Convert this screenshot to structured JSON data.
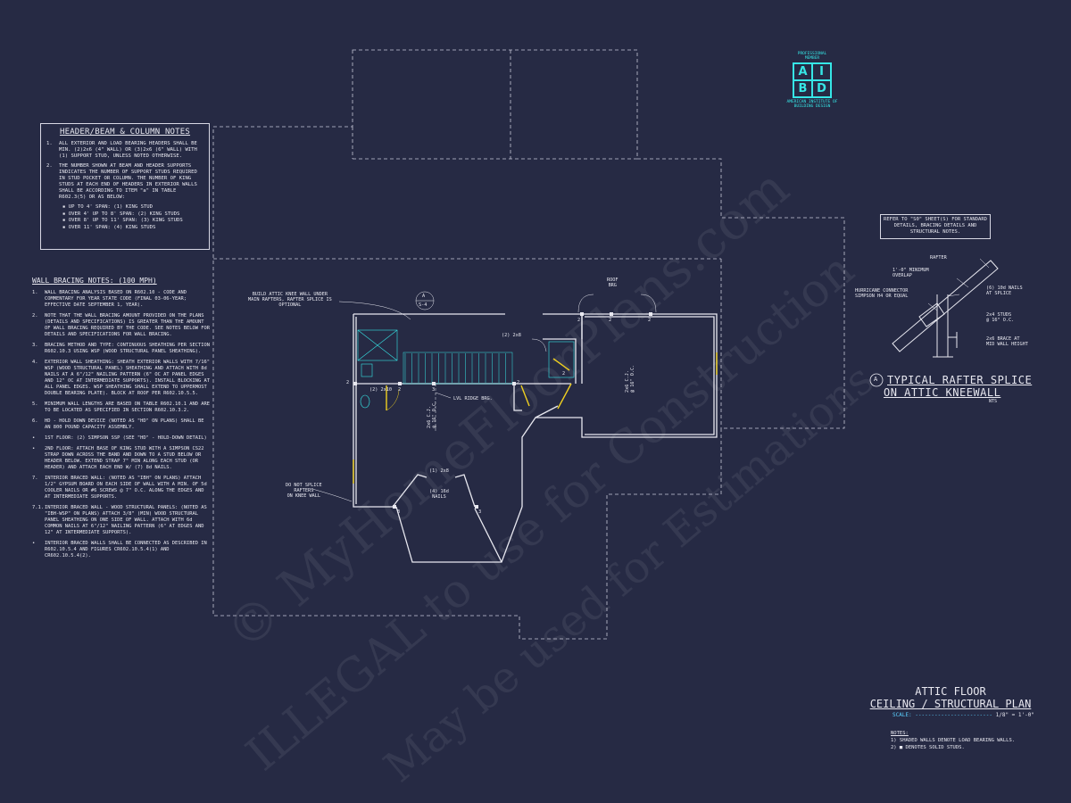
{
  "header_notes": {
    "title": "HEADER/BEAM & COLUMN NOTES",
    "items": [
      {
        "num": "1.",
        "text": "ALL EXTERIOR AND LOAD BEARING HEADERS SHALL BE MIN. (2)2x6 (4\" WALL) OR (3)2x6 (6\" WALL) WITH (1) SUPPORT STUD, UNLESS NOTED OTHERWISE."
      },
      {
        "num": "2.",
        "text": "THE NUMBER SHOWN AT BEAM AND HEADER SUPPORTS INDICATES THE NUMBER OF SUPPORT STUDS REQUIRED IN STUD POCKET OR COLUMN. THE NUMBER OF KING STUDS AT EACH END OF HEADERS IN EXTERIOR WALLS SHALL BE ACCORDING TO ITEM \"a\" IN TABLE R602.3(5) OR AS BELOW:"
      }
    ],
    "bullets": [
      "UP TO 4' SPAN: (1) KING STUD",
      "OVER 4' UP TO 8' SPAN: (2) KING STUDS",
      "OVER 8' UP TO 11' SPAN: (3) KING STUDS",
      "OVER 11' SPAN: (4) KING STUDS"
    ]
  },
  "bracing_notes": {
    "title": "WALL BRACING NOTES: (100 MPH)",
    "items": [
      {
        "num": "1.",
        "text": "WALL BRACING ANALYSIS BASED ON R602.10 - CODE AND COMMENTARY FOR YEAR STATE CODE (FINAL 03-06-YEAR; EFFECTIVE DATE SEPTEMBER 1, YEAR)."
      },
      {
        "num": "2.",
        "text": "NOTE THAT THE WALL BRACING AMOUNT PROVIDED ON THE PLANS (DETAILS AND SPECIFICATIONS) IS GREATER THAN THE AMOUNT OF WALL BRACING REQUIRED BY THE CODE. SEE NOTES BELOW FOR DETAILS AND SPECIFICATIONS FOR WALL BRACING."
      },
      {
        "num": "3.",
        "text": "BRACING METHOD AND TYPE: CONTINUOUS SHEATHING PER SECTION R602.10.3 USING WSP (WOOD STRUCTURAL PANEL SHEATHING)."
      },
      {
        "num": "4.",
        "text": "EXTERIOR WALL SHEATHING: SHEATH EXTERIOR WALLS WITH 7/16\" WSP (WOOD STRUCTURAL PANEL) SHEATHING AND ATTACH WITH 8d NAILS AT A 6\"/12\" NAILING PATTERN (6\" OC AT PANEL EDGES AND 12\" OC AT INTERMEDIATE SUPPORTS). INSTALL BLOCKING AT ALL PANEL EDGES. WSP SHEATHING SHALL EXTEND TO UPPERMOST DOUBLE BEARING PLATE). BLOCK AT ROOF PER R602.10.5.5."
      },
      {
        "num": "5.",
        "text": "MINIMUM WALL LENGTHS ARE BASED ON TABLE R602.10.1 AND ARE TO BE LOCATED AS SPECIFIED IN SECTION R602.10.3.2."
      },
      {
        "num": "6.",
        "text": "HD - HOLD DOWN DEVICE (NOTED AS \"HD\" ON PLANS) SHALL BE AN 800 POUND CAPACITY ASSEMBLY."
      },
      {
        "num": "•",
        "text": "1ST FLOOR: (2) SIMPSON SSP (SEE \"HD\" - HOLD-DOWN DETAIL)"
      },
      {
        "num": "•",
        "text": "2ND FLOOR: ATTACH BASE OF KING STUD WITH A SIMPSON CS22 STRAP DOWN ACROSS THE BAND AND DOWN TO A STUD BELOW OR HEADER BELOW. EXTEND STRAP 7\" MIN ALONG EACH STUD (OR HEADER) AND ATTACH EACH END W/ (7) 8d NAILS."
      },
      {
        "num": "7.",
        "text": "INTERIOR BRACED WALL: (NOTED AS \"IBH\" ON PLANS) ATTACH 1/2\" GYPSUM BOARD ON EACH SIDE OF WALL WITH A MIN. OF 5d COOLER NAILS OR #6 SCREWS @ 7\" O.C. ALONG THE EDGES AND AT INTERMEDIATE SUPPORTS."
      },
      {
        "num": "7.1.",
        "text": "INTERIOR BRACED WALL - WOOD STRUCTURAL PANELS: (NOTED AS \"IBH-WSP\" ON PLANS) ATTACH 3/8\" (MIN) WOOD STRUCTURAL PANEL SHEATHING ON ONE SIDE OF WALL. ATTACH WITH 6d COMMON NAILS AT 6\"/12\" NAILING PATTERN (6\" AT EDGES AND 12\" AT INTERMEDIATE SUPPORTS)."
      },
      {
        "num": "•",
        "text": "INTERIOR BRACED WALLS SHALL BE CONNECTED AS DESCRIBED IN R602.10.5.4 AND FIGURES CR602.10.5.4(1) AND CR602.10.5.4(2)."
      }
    ]
  },
  "aibd": {
    "top": "PROFESSIONAL MEMBER",
    "letters": [
      "A",
      "I",
      "B",
      "D"
    ],
    "bottom": "AMERICAN INSTITUTE OF BUILDING DESIGN"
  },
  "reference_note": "REFER TO \"S0\" SHEET(S) FOR STANDARD DETAILS, BRACING DETAILS AND STRUCTURAL NOTES.",
  "splice_detail": {
    "labels": {
      "rafter": "RAFTER",
      "overlap": "1'-0\" MINIMUM\nOVERLAP",
      "connector": "HURRICANE CONNECTOR\nSIMPSON H4 OR EQUAL",
      "nails": "(6) 10d NAILS\nAT SPLICE",
      "studs": "2x4 STUDS\n@ 16\" O.C.",
      "brace": "2x6 BRACE AT\nMID WALL HEIGHT"
    },
    "title_line1": "TYPICAL RAFTER SPLICE",
    "title_line2": "ON ATTIC KNEEWALL",
    "marker": "A",
    "nts": "NTS"
  },
  "plan_labels": {
    "knee_wall": "BUILD ATTIC KNEE WALL UNDER\nMAIN RAFTERS, RAFTER SPLICE IS\nOPTIONAL",
    "section_marker_top": "A",
    "section_marker_bottom": "S-4",
    "roof_brg": "ROOF\nBRG",
    "header_2x8": "(2) 2x8",
    "header_2x10": "(2) 2x10",
    "lvl": "LVL RIDGE BRG.",
    "rafter_2x6_a": "2x6 C.J.\n@ 16\" O.C.",
    "rafter_2x6_b": "2x6 C.J.\n@ 16\" O.C.",
    "header_2x8_b": "(1) 2x8",
    "nails_16d": "(4) 16d\nNAILS",
    "no_splice": "DO NOT SPLICE\nRAFTERS\nON KNEE WALL",
    "stud_counts": [
      "2",
      "2",
      "2",
      "2",
      "2",
      "3",
      "2",
      "3",
      "3",
      "2"
    ]
  },
  "plan_title": {
    "line1": "ATTIC FLOOR",
    "line2": "CEILING / STRUCTURAL PLAN",
    "scale_label": "SCALE:",
    "scale_value": "1/8\" = 1'-0\""
  },
  "notes": {
    "title": "NOTES:",
    "lines": [
      "1) SHADED WALLS DENOTE LOAD BEARING WALLS.",
      "2) ■ DENOTES SOLID STUDS."
    ]
  },
  "watermarks": {
    "line1": "© MyHomeFloorPlans.com",
    "line2": "ILLEGAL to use for Construction",
    "line3": "May be used for Estimations"
  },
  "colors": {
    "background": "#262a44",
    "line": "#e8e8f0",
    "accent": "#36e6e6",
    "door": "#f0d020",
    "dashed": "#c8c8d8"
  }
}
